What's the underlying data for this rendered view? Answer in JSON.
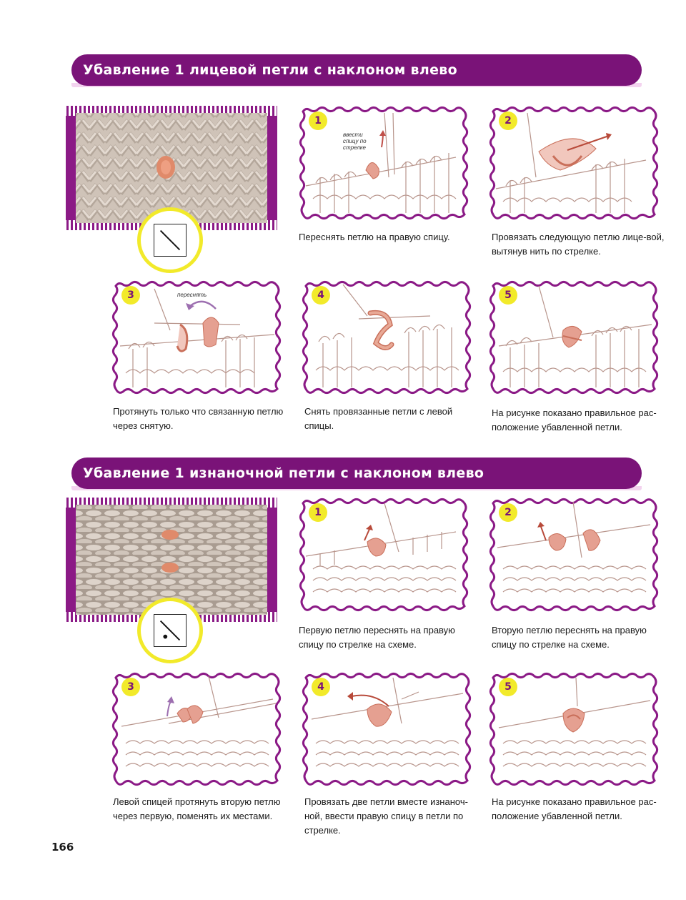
{
  "sections": [
    {
      "title": "Убавление 1 лицевой петли с наклоном влево",
      "photo_alt": "knitted-swatch-knit",
      "symbol": "slash",
      "steps": [
        {
          "num": "1",
          "note": "ввести спицу по стрелке",
          "caption": "Переснять петлю на правую спицу."
        },
        {
          "num": "2",
          "note": "",
          "caption": "Провязать следующую петлю лице-вой, вытянув нить по стрелке."
        },
        {
          "num": "3",
          "note": "переснять",
          "caption": "Протянуть только что связанную петлю через снятую."
        },
        {
          "num": "4",
          "note": "",
          "caption": "Снять провязанные петли с левой спицы."
        },
        {
          "num": "5",
          "note": "",
          "caption": "На рисунке показано правильное рас-положение убавленной петли."
        }
      ]
    },
    {
      "title": "Убавление 1 изнаночной петли с наклоном влево",
      "photo_alt": "knitted-swatch-purl",
      "symbol": "slash-dot",
      "steps": [
        {
          "num": "1",
          "note": "",
          "caption": "Первую петлю переснять на правую спицу по стрелке на схеме."
        },
        {
          "num": "2",
          "note": "",
          "caption": "Вторую петлю переснять на правую спицу по стрелке на схеме."
        },
        {
          "num": "3",
          "note": "",
          "caption": "Левой спицей протянуть вторую петлю через первую, поменять их местами."
        },
        {
          "num": "4",
          "note": "",
          "caption": "Провязать две петли вместе изнаноч-ной, ввести правую спицу в петли по стрелке."
        },
        {
          "num": "5",
          "note": "",
          "caption": "На рисунке показано правильное рас-положение убавленной петли."
        }
      ]
    }
  ],
  "page_number": "166",
  "colors": {
    "banner": "#7a1378",
    "frame": "#8b1a86",
    "badge": "#f2ea2a",
    "yarn": "#d8ccc2",
    "accent_stitch": "#e08a6a"
  }
}
